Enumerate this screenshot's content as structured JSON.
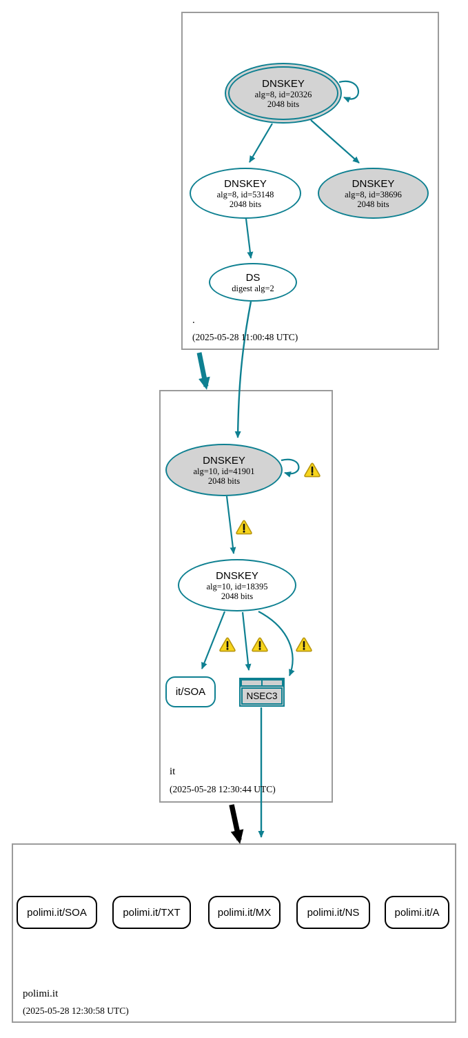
{
  "diagram": {
    "kind": "dnssec-authentication-chain",
    "target": "polimi.it"
  },
  "colors": {
    "secure_edge": "#0e8091",
    "node_fill_gray": "#d3d3d3",
    "node_fill_white": "#ffffff",
    "zone_border": "#9b9b9b",
    "warning_fill": "#f7d51d",
    "warning_border": "#b7950e",
    "insecure_edge": "#000000"
  },
  "zones": {
    "root": {
      "label": ".",
      "timestamp": "(2025-05-28 11:00:48 UTC)",
      "ksk": {
        "title": "DNSKEY",
        "alg": "alg=8, id=20326",
        "bits": "2048 bits"
      },
      "zsk": {
        "title": "DNSKEY",
        "alg": "alg=8, id=53148",
        "bits": "2048 bits"
      },
      "ksk2": {
        "title": "DNSKEY",
        "alg": "alg=8, id=38696",
        "bits": "2048 bits"
      },
      "ds": {
        "title": "DS",
        "digest": "digest alg=2"
      }
    },
    "it": {
      "label": "it",
      "timestamp": "(2025-05-28 12:30:44 UTC)",
      "ksk": {
        "title": "DNSKEY",
        "alg": "alg=10, id=41901",
        "bits": "2048 bits"
      },
      "zsk": {
        "title": "DNSKEY",
        "alg": "alg=10, id=18395",
        "bits": "2048 bits"
      },
      "soa": {
        "label": "it/SOA"
      },
      "nsec3": {
        "label": "NSEC3"
      }
    },
    "polimi": {
      "label": "polimi.it",
      "timestamp": "(2025-05-28 12:30:58 UTC)",
      "rrsets": [
        {
          "label": "polimi.it/SOA"
        },
        {
          "label": "polimi.it/TXT"
        },
        {
          "label": "polimi.it/MX"
        },
        {
          "label": "polimi.it/NS"
        },
        {
          "label": "polimi.it/A"
        }
      ]
    }
  },
  "warnings": {
    "count": 5,
    "meaning": "warning"
  }
}
